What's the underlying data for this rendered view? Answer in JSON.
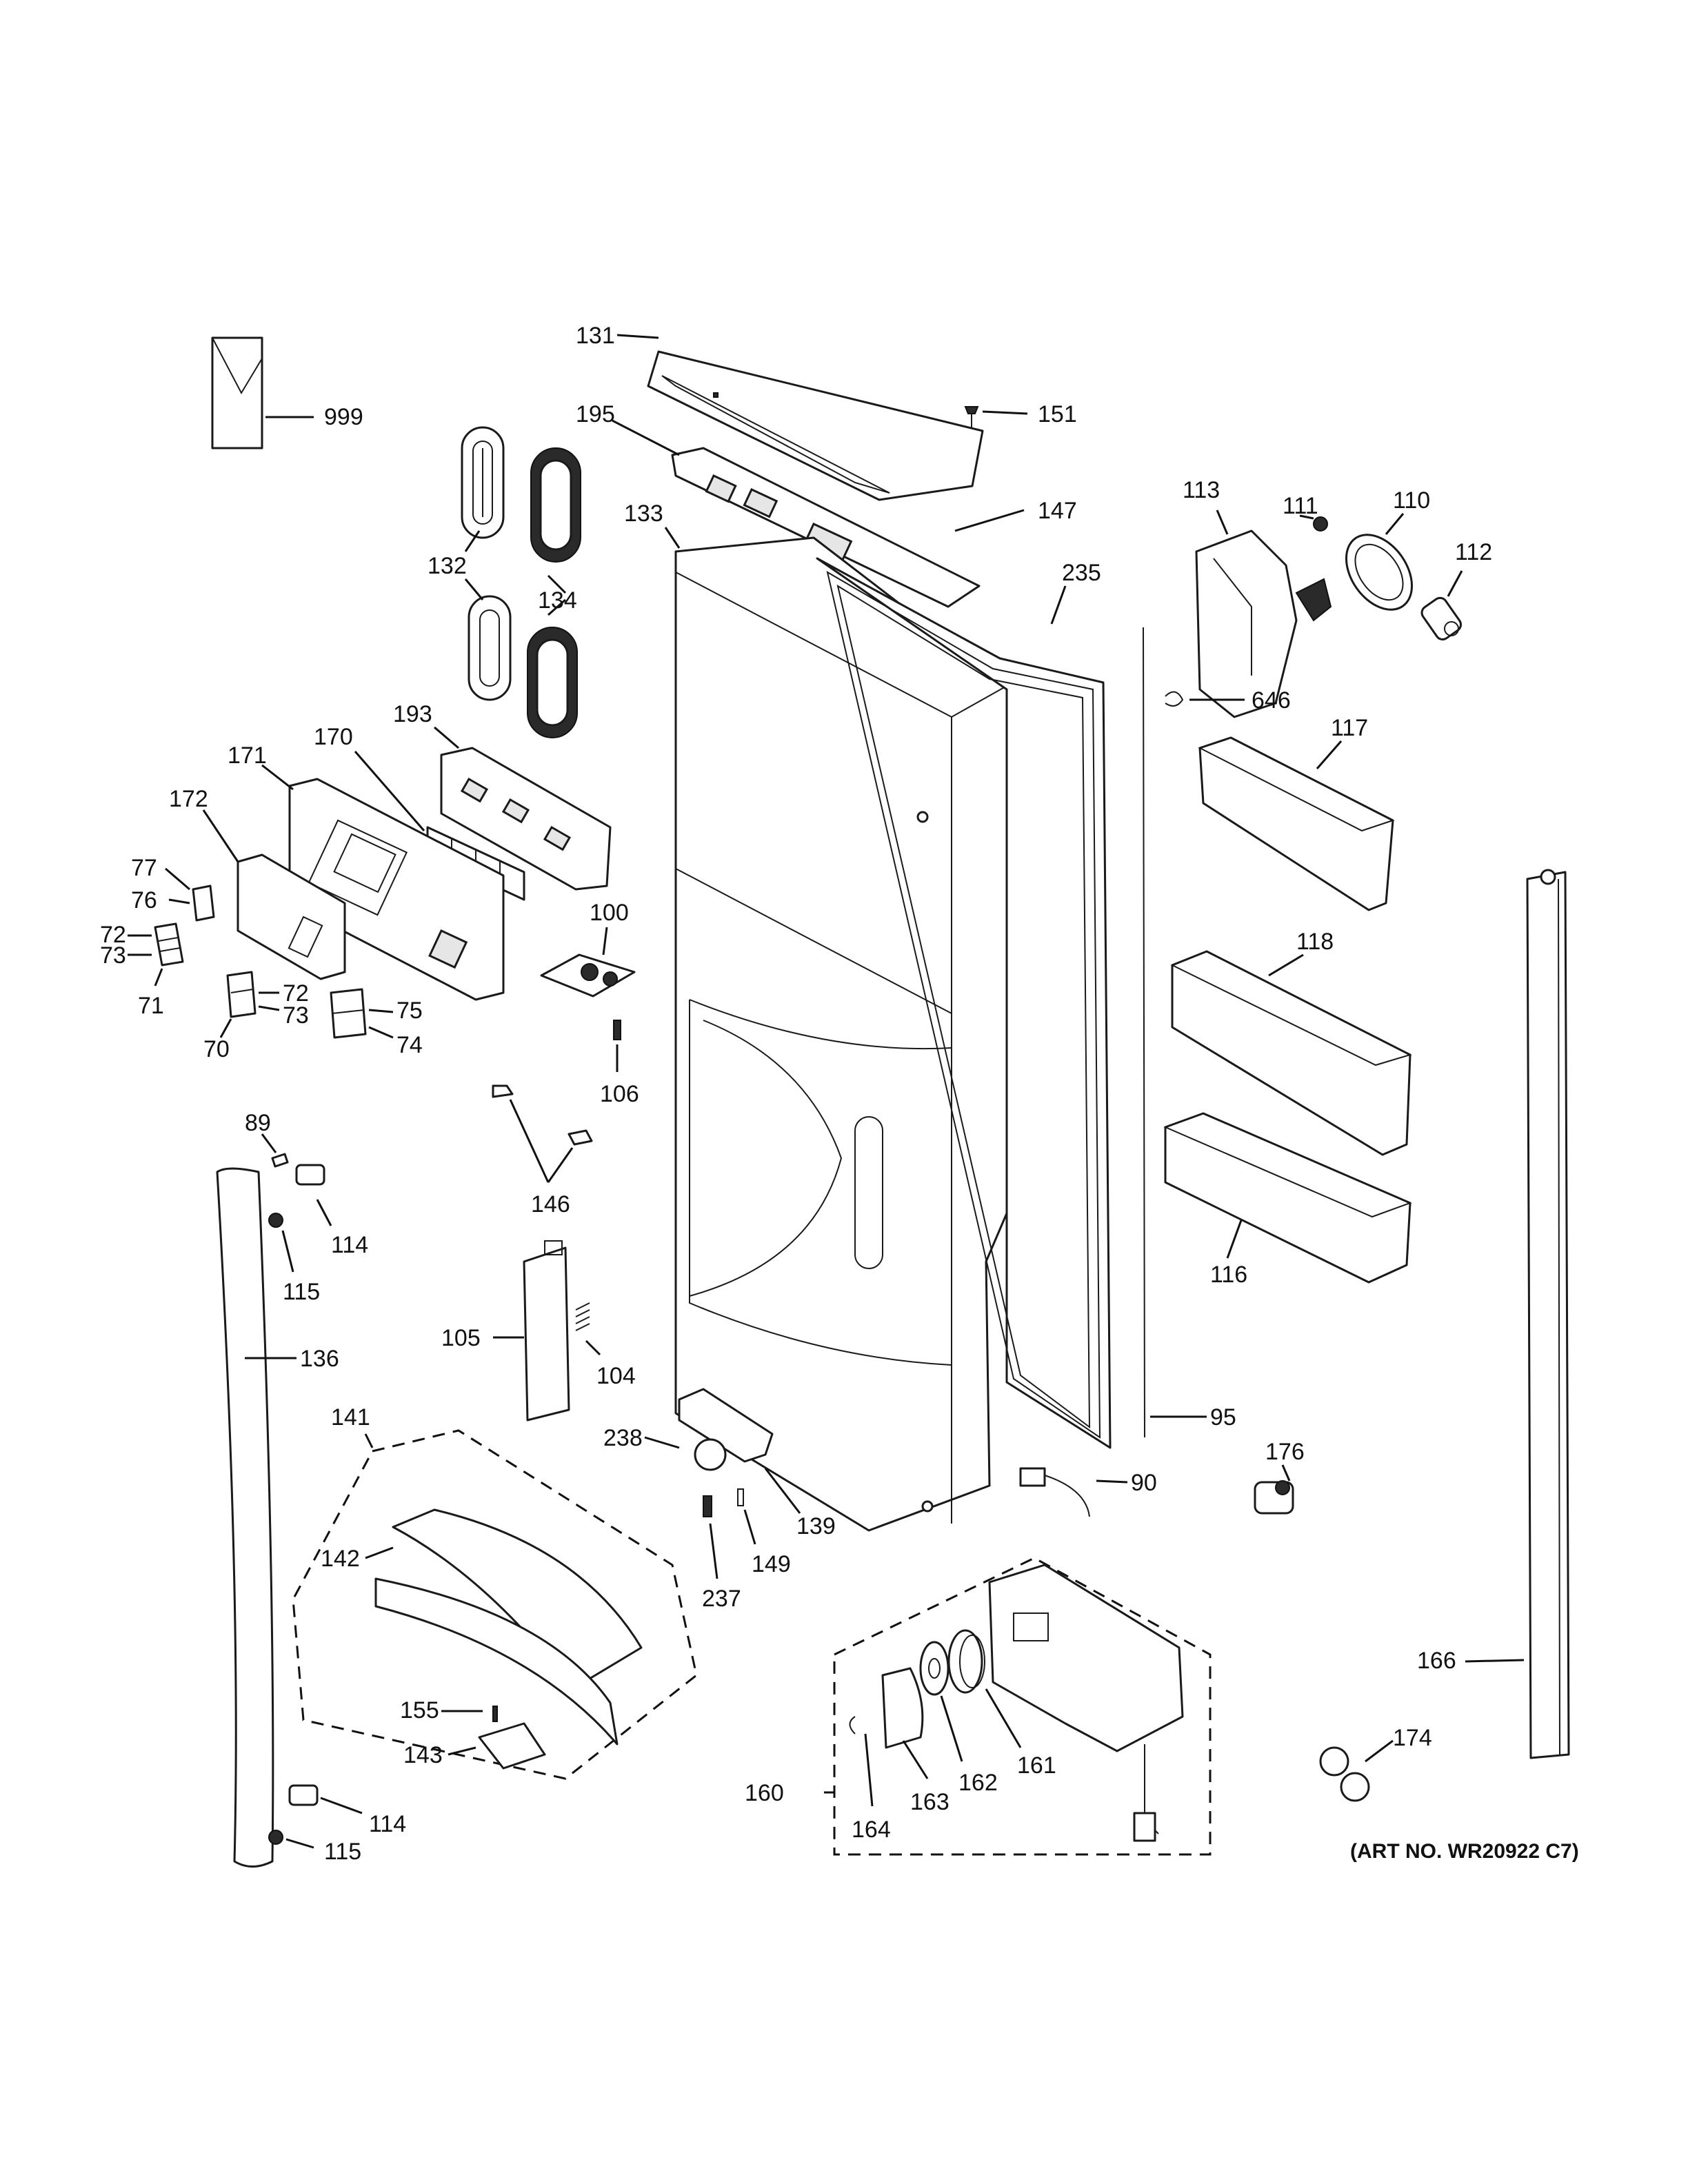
{
  "callouts": {
    "c999": "999",
    "c131": "131",
    "c151": "151",
    "c195": "195",
    "c147": "147",
    "c132": "132",
    "c134": "134",
    "c133": "133",
    "c235": "235",
    "c113": "113",
    "c111": "111",
    "c110": "110",
    "c112": "112",
    "c646": "646",
    "c193": "193",
    "c170": "170",
    "c171": "171",
    "c172": "172",
    "c77": "77",
    "c76": "76",
    "c72a": "72",
    "c73a": "73",
    "c71": "71",
    "c72b": "72",
    "c73b": "73",
    "c70": "70",
    "c75": "75",
    "c74": "74",
    "c100": "100",
    "c106": "106",
    "c146": "146",
    "c117": "117",
    "c118": "118",
    "c116": "116",
    "c89": "89",
    "c114a": "114",
    "c115a": "115",
    "c136": "136",
    "c105": "105",
    "c104": "104",
    "c141": "141",
    "c238": "238",
    "c139": "139",
    "c149": "149",
    "c237": "237",
    "c95": "95",
    "c90": "90",
    "c176": "176",
    "c142": "142",
    "c155": "155",
    "c143": "143",
    "c160": "160",
    "c164": "164",
    "c163": "163",
    "c162": "162",
    "c161": "161",
    "c166": "166",
    "c174": "174",
    "c114b": "114",
    "c115b": "115"
  },
  "art_note": "(ART NO. WR20922 C7)"
}
